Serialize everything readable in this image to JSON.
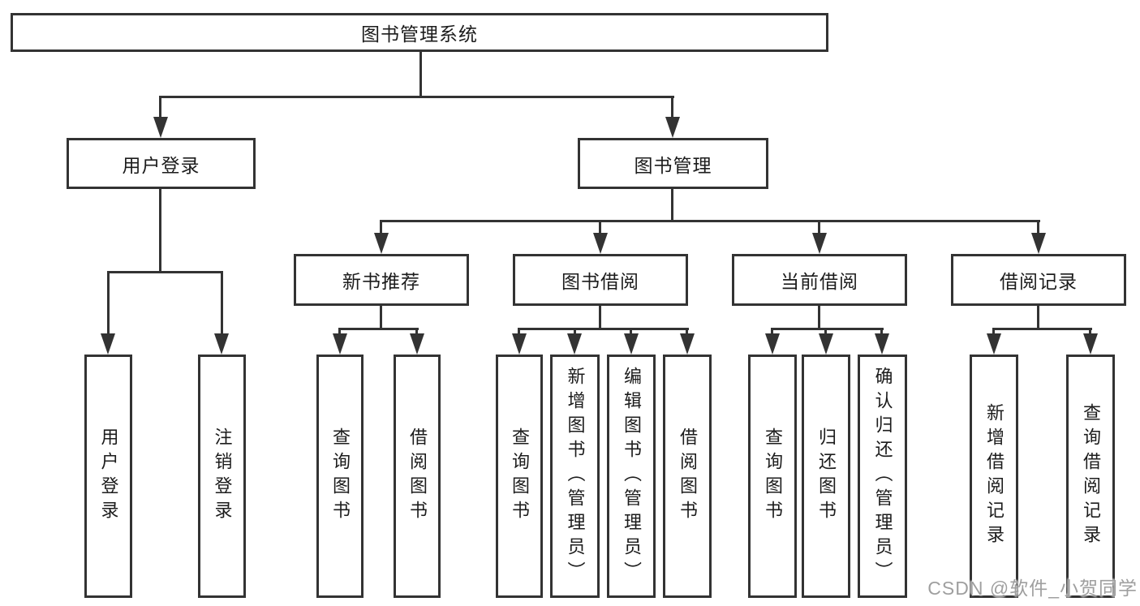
{
  "tree": {
    "label": "图书管理系统",
    "children": [
      {
        "label": "用户登录",
        "children": [
          {
            "label": "用户登录"
          },
          {
            "label": "注销登录"
          }
        ]
      },
      {
        "label": "图书管理",
        "children": [
          {
            "label": "新书推荐",
            "children": [
              {
                "label": "查询图书"
              },
              {
                "label": "借阅图书"
              }
            ]
          },
          {
            "label": "图书借阅",
            "children": [
              {
                "label": "查询图书"
              },
              {
                "label": "新增图书（管理员）"
              },
              {
                "label": "编辑图书（管理员）"
              },
              {
                "label": "借阅图书"
              }
            ]
          },
          {
            "label": "当前借阅",
            "children": [
              {
                "label": "查询图书"
              },
              {
                "label": "归还图书"
              },
              {
                "label": "确认归还（管理员）"
              }
            ]
          },
          {
            "label": "借阅记录",
            "children": [
              {
                "label": "新增借阅记录"
              },
              {
                "label": "查询借阅记录"
              }
            ]
          }
        ]
      }
    ]
  },
  "watermark": {
    "text": "CSDN @软件_小贺同学",
    "color": "#9f9f9f"
  },
  "colors": {
    "line": "#333333",
    "box_border": "#333333",
    "text": "#1c1c1c",
    "background": "#ffffff"
  }
}
